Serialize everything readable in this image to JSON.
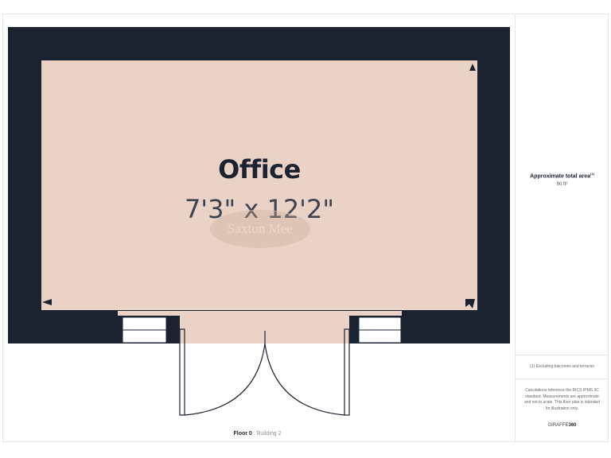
{
  "colors": {
    "wall": "#1c2330",
    "floor": "#ead3c6",
    "frame_border": "#e6e6e6",
    "window": "#ffffff"
  },
  "room": {
    "name": "Office",
    "dimensions": "7'3\" x 12'2\""
  },
  "watermark": {
    "text": "Saxton Mee"
  },
  "floor_label": {
    "floor": "Floor 0",
    "building": "Building 2"
  },
  "sidebar": {
    "area_title": "Approximate total area",
    "area_footnote_marker": "(1)",
    "area_value": "90 ft²",
    "footnote": "(1) Excluding balconies and terraces",
    "disclaimer": "Calculations reference the RICS IPMS 3C standard. Measurements are approximate and not to scale. This floor plan is intended for illustration only.",
    "brand_prefix": "GIRAFFE",
    "brand_suffix": "360"
  },
  "icons": {
    "arrow_top_right": "triangle-up-icon",
    "arrow_bottom_left": "triangle-left-icon",
    "arrow_bottom_right": "triangle-down-right-icon"
  }
}
